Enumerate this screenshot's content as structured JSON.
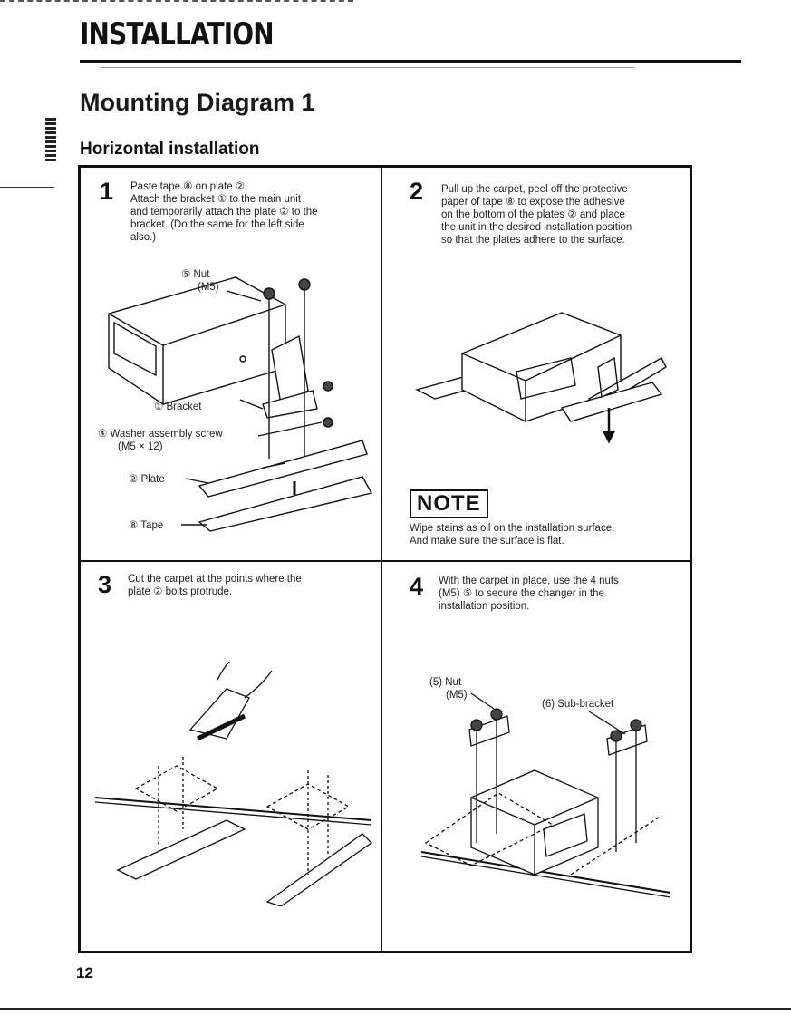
{
  "header": {
    "section_title": "INSTALLATION"
  },
  "page_heading": "Mounting Diagram 1",
  "sub_heading": "Horizontal installation",
  "steps": [
    {
      "number": "1",
      "lines": [
        "Paste tape ⑧ on plate ②.",
        "Attach the bracket ① to the main unit",
        "and temporarily attach the plate ② to the",
        "bracket. (Do the same for the left side",
        "also.)"
      ]
    },
    {
      "number": "2",
      "lines": [
        "Pull up the carpet, peel off the protective",
        "paper of tape ⑧ to expose the adhesive",
        "on the bottom of the plates ② and place",
        "the unit in the desired installation position",
        "so that the plates adhere to the surface."
      ]
    },
    {
      "number": "3",
      "lines": [
        "Cut the carpet at the points where the",
        "plate ② bolts protrude."
      ]
    },
    {
      "number": "4",
      "lines": [
        "With the carpet in place, use the 4 nuts",
        "(M5) ⑤ to secure the changer in the",
        "installation position."
      ]
    }
  ],
  "figure1": {
    "nut": "⑤ Nut",
    "nut_size": "(M5)",
    "bracket": "① Bracket",
    "washer": "④ Washer assembly screw",
    "washer_size": "(M5 × 12)",
    "plate": "② Plate",
    "tape": "⑧ Tape"
  },
  "figure4": {
    "nut": "(5) Nut",
    "nut_size": "(M5)",
    "sub_bracket": "(6) Sub-bracket"
  },
  "note": {
    "label": "NOTE",
    "lines": [
      "Wipe stains as oil on the installation surface.",
      "And make sure the surface is flat."
    ]
  },
  "footer": {
    "page_number": "12"
  }
}
